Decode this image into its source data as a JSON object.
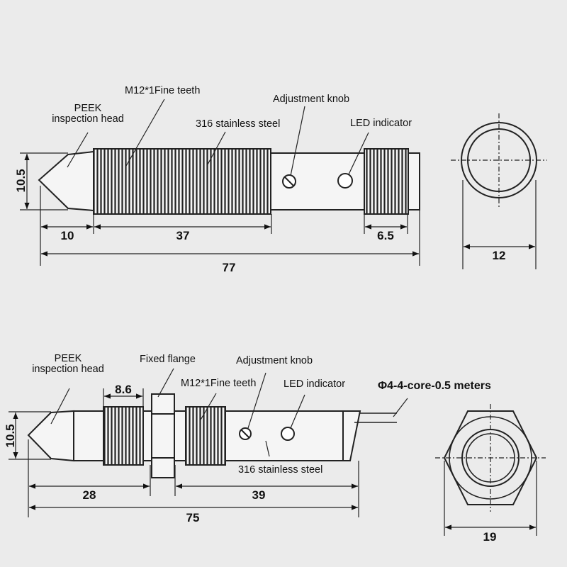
{
  "diagram_top": {
    "callouts": {
      "peek_line1": "PEEK",
      "peek_line2": "inspection head",
      "thread": "M12*1Fine teeth",
      "steel": "316 stainless steel",
      "knob": "Adjustment knob",
      "led": "LED indicator"
    },
    "dimensions": {
      "height": "10.5",
      "head": "10",
      "thread": "37",
      "rear_thread": "6.5",
      "total": "77",
      "diameter": "12"
    }
  },
  "diagram_bottom": {
    "callouts": {
      "peek_line1": "PEEK",
      "peek_line2": "inspection head",
      "flange": "Fixed flange",
      "thread": "M12*1Fine teeth",
      "led": "LED indicator",
      "knob": "Adjustment knob",
      "steel": "316 stainless steel",
      "cable": "Φ4-4-core-0.5 meters"
    },
    "dimensions": {
      "height": "10.5",
      "thread_width": "8.6",
      "head": "28",
      "body": "39",
      "total": "75",
      "hex": "19"
    }
  }
}
